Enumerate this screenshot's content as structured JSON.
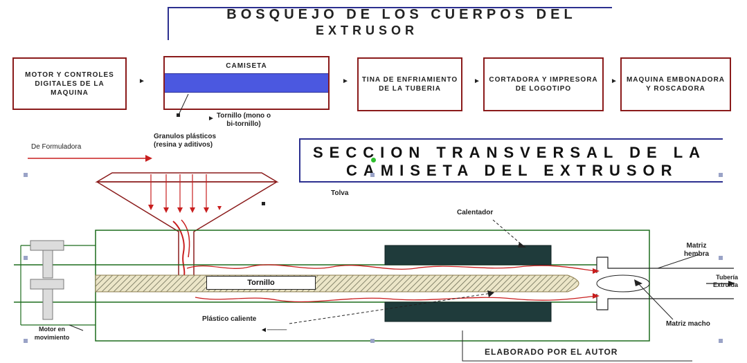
{
  "title": {
    "line1": "BOSQUEJO DE LOS CUERPOS DEL",
    "line2": "EXTRUSOR"
  },
  "flow": {
    "box1": "MOTOR Y CONTROLES DIGITALES DE LA MAQUINA",
    "box2": "CAMISETA",
    "box3": "TINA DE ENFRIAMIENTO DE LA TUBERIA",
    "box4": "CORTADORA Y IMPRESORA DE LOGOTIPO",
    "box5": "MAQUINA EMBONADORA Y ROSCADORA"
  },
  "labels": {
    "tornillo_mono": "Tornillo (mono o bi-tornillo)",
    "de_formuladora": "De Formuladora",
    "granulos": "Granulos plásticos (resina y aditivos)",
    "tolva": "Tolva",
    "calentador": "Calentador",
    "matriz_hembra": "Matriz hembra",
    "tuberia_extruida": "Tubería Extruida",
    "matriz_macho": "Matriz macho",
    "tornillo": "Tornillo",
    "plastico_caliente": "Plástico caliente",
    "motor_movimiento": "Motor en movimiento",
    "elaborado": "ELABORADO POR EL AUTOR"
  },
  "section": {
    "line1": "SECCION TRANSVERSAL DE LA",
    "line2": "CAMISETA DEL EXTRUSOR"
  },
  "colors": {
    "title_border": "#2b2f8f",
    "flow_border": "#8a1a1a",
    "screw_fill": "#4b58e0",
    "barrel": "#1c6b1c",
    "heater": "#1f3b3b",
    "flow_arrow": "#c81e1e"
  }
}
